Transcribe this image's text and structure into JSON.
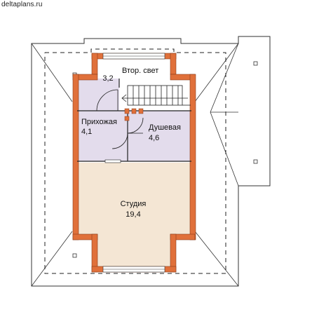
{
  "site": {
    "watermark": "deltaplans.ru"
  },
  "rooms": {
    "closet": {
      "area": "3,2"
    },
    "second_light": {
      "label": "Втор. свет"
    },
    "hallway": {
      "name": "Прихожая",
      "area": "4,1"
    },
    "shower": {
      "name": "Душевая",
      "area": "4,6"
    },
    "studio": {
      "name": "Студия",
      "area": "19,4"
    }
  },
  "colors": {
    "wall": "#e0703a",
    "wall_outline": "#8a3a18",
    "small_room_fill": "#e3dcec",
    "studio_fill": "#f4e6d4",
    "roof_line": "#333333",
    "dash_line": "#222222",
    "background": "#ffffff"
  }
}
